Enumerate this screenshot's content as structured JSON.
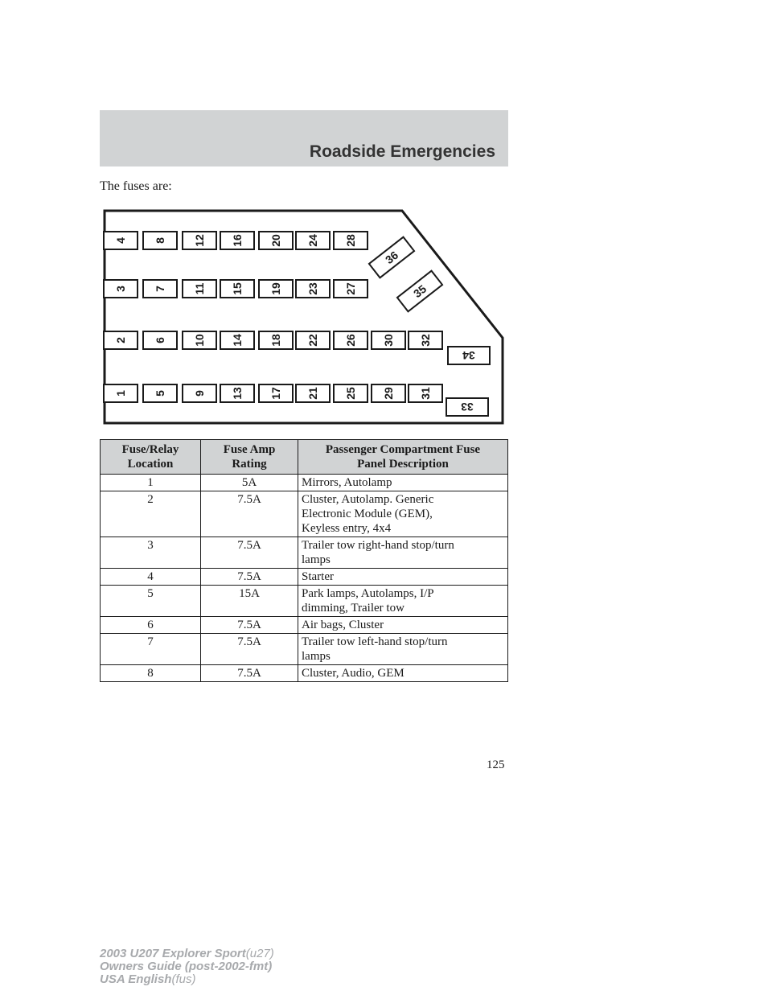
{
  "header": {
    "section_title": "Roadside Emergencies"
  },
  "intro_text": "The fuses are:",
  "diagram": {
    "fuses_vertical": [
      "1",
      "2",
      "3",
      "4",
      "5",
      "6",
      "7",
      "8",
      "9",
      "10",
      "11",
      "12",
      "13",
      "14",
      "15",
      "16",
      "17",
      "18",
      "19",
      "20",
      "21",
      "22",
      "23",
      "24",
      "25",
      "26",
      "27",
      "28",
      "29",
      "30",
      "31",
      "32"
    ],
    "fuses_horizontal": [
      "33",
      "34"
    ],
    "fuses_diagonal": [
      "35",
      "36"
    ]
  },
  "table": {
    "headers": {
      "location": [
        "Fuse/Relay",
        "Location"
      ],
      "rating": [
        "Fuse Amp",
        "Rating"
      ],
      "description": [
        "Passenger Compartment Fuse",
        "Panel Description"
      ]
    },
    "rows": [
      {
        "location": "1",
        "rating": "5A",
        "description": [
          "Mirrors, Autolamp"
        ]
      },
      {
        "location": "2",
        "rating": "7.5A",
        "description": [
          "Cluster, Autolamp. Generic",
          "Electronic Module (GEM),",
          "Keyless entry, 4x4"
        ]
      },
      {
        "location": "3",
        "rating": "7.5A",
        "description": [
          "Trailer tow right-hand stop/turn",
          "lamps"
        ]
      },
      {
        "location": "4",
        "rating": "7.5A",
        "description": [
          "Starter"
        ]
      },
      {
        "location": "5",
        "rating": "15A",
        "description": [
          "Park lamps, Autolamps, I/P",
          "dimming, Trailer tow"
        ]
      },
      {
        "location": "6",
        "rating": "7.5A",
        "description": [
          "Air bags, Cluster"
        ]
      },
      {
        "location": "7",
        "rating": "7.5A",
        "description": [
          "Trailer tow left-hand stop/turn",
          "lamps"
        ]
      },
      {
        "location": "8",
        "rating": "7.5A",
        "description": [
          "Cluster, Audio, GEM"
        ]
      }
    ]
  },
  "page_number": "125",
  "footer": {
    "line1": {
      "bold": "2003 U207 Explorer Sport",
      "code": "(u27)"
    },
    "line2": {
      "bold": "Owners Guide (post-2002-fmt)",
      "code": ""
    },
    "line3": {
      "bold": "USA English",
      "code": "(fus)"
    }
  }
}
